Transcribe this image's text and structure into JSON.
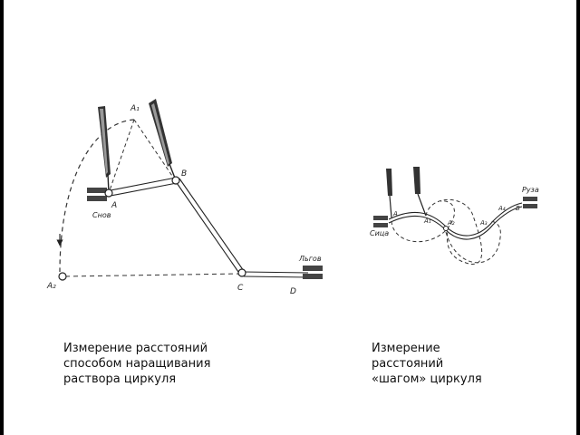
{
  "captions": {
    "left": [
      "Измерение расстояний",
      "способом наращивания",
      "раствора циркуля"
    ],
    "right": [
      "Измерение",
      "расстояний",
      "«шагом» циркуля"
    ]
  },
  "left_figure": {
    "points": {
      "a": "A",
      "a1": "A₁",
      "a2": "A₂",
      "b": "B",
      "c": "C",
      "d": "D"
    },
    "towns": {
      "start": "Снов",
      "end": "Льгов"
    }
  },
  "right_figure": {
    "points": {
      "a": "A",
      "a1": "A₁",
      "a2": "A₂",
      "a3": "A₃",
      "a4": "A₄",
      "b": "B"
    },
    "towns": {
      "start": "Сица",
      "end": "Руза"
    }
  }
}
